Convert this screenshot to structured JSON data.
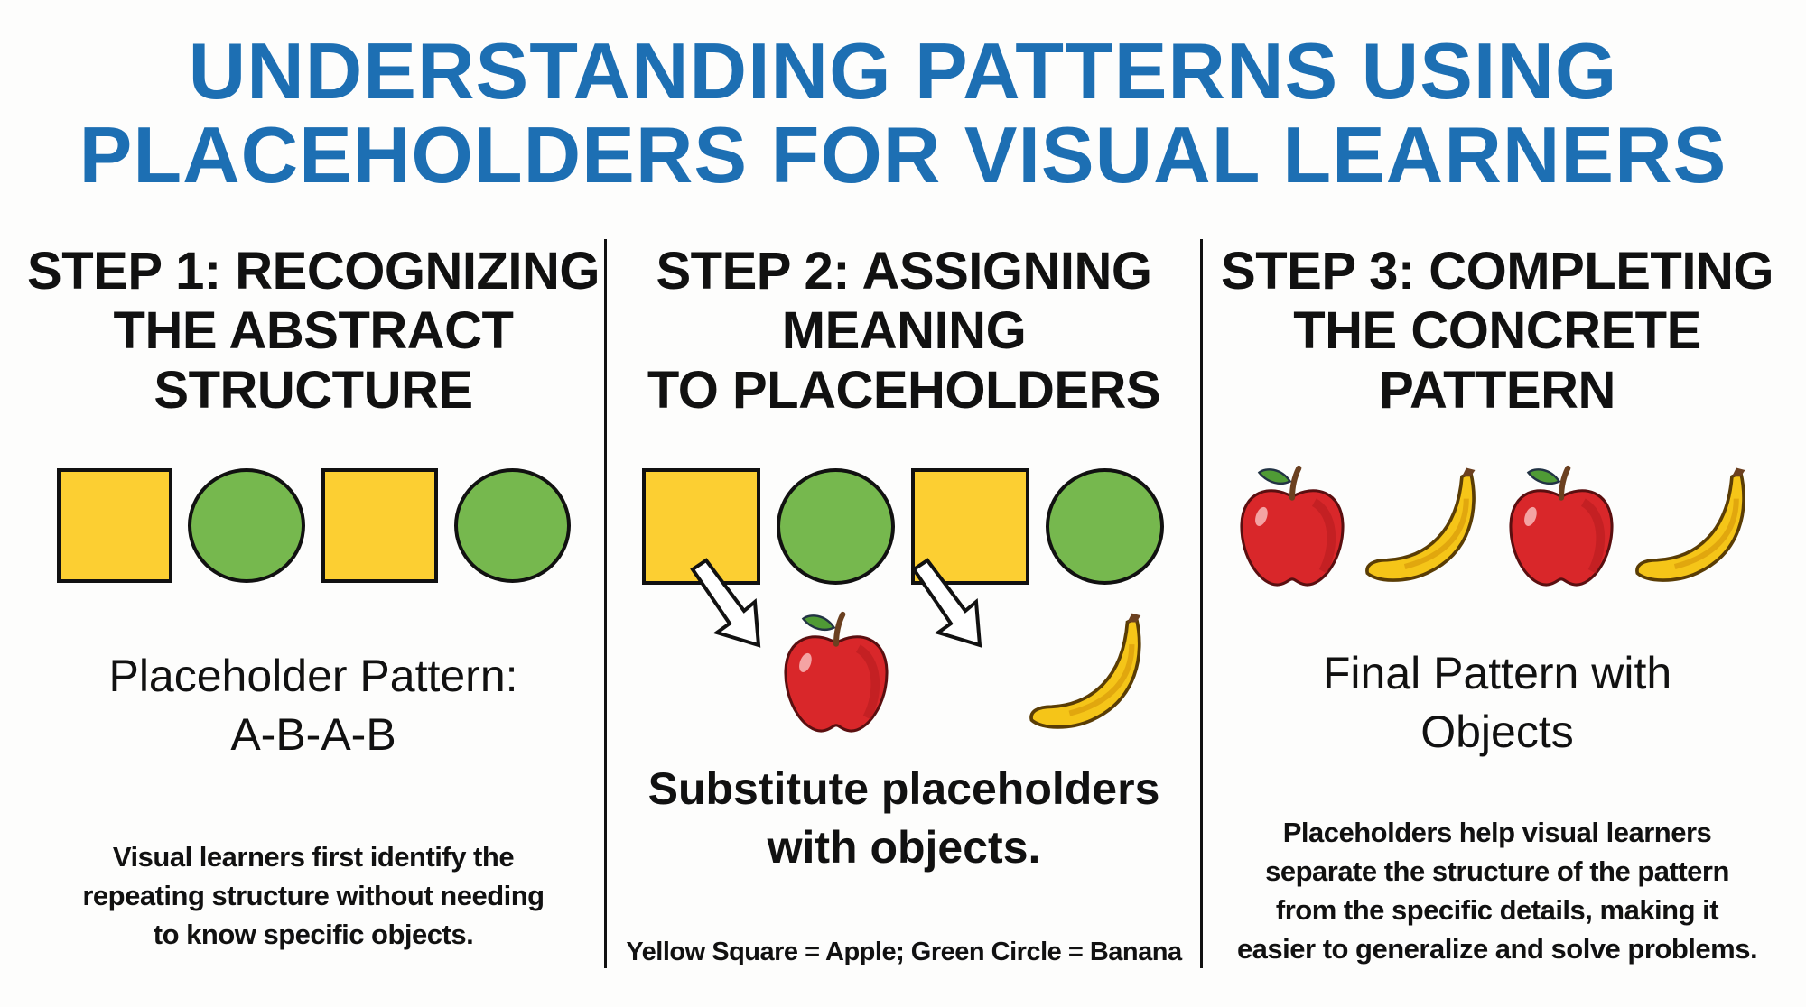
{
  "title": {
    "line1": "UNDERSTANDING PATTERNS USING",
    "line2": "PLACEHOLDERS FOR VISUAL LEARNERS"
  },
  "colors": {
    "title": "#1d6fb3",
    "square": "#fccf32",
    "circle": "#76b84e",
    "apple": "#d9272a",
    "banana": "#f5c518"
  },
  "steps": [
    {
      "heading": [
        "STEP 1: RECOGNIZING",
        "THE ABSTRACT",
        "STRUCTURE"
      ],
      "label": [
        "Placeholder Pattern:",
        "A-B-A-B"
      ],
      "note": [
        "Visual learners first identify the",
        "repeating structure without needing",
        "to know specific objects."
      ]
    },
    {
      "heading": [
        "STEP 2: ASSIGNING",
        "MEANING",
        "TO PLACEHOLDERS"
      ],
      "label": [
        "Substitute placeholders",
        "with objects."
      ],
      "note": [
        "Yellow Square = Apple; Green Circle = Banana"
      ]
    },
    {
      "heading": [
        "STEP 3: COMPLETING",
        "THE CONCRETE",
        "PATTERN"
      ],
      "label": [
        "Final Pattern with",
        "Objects"
      ],
      "note": [
        "Placeholders help visual learners",
        "separate the structure of the pattern",
        "from the specific details, making it",
        "easier to generalize and solve problems."
      ]
    }
  ]
}
